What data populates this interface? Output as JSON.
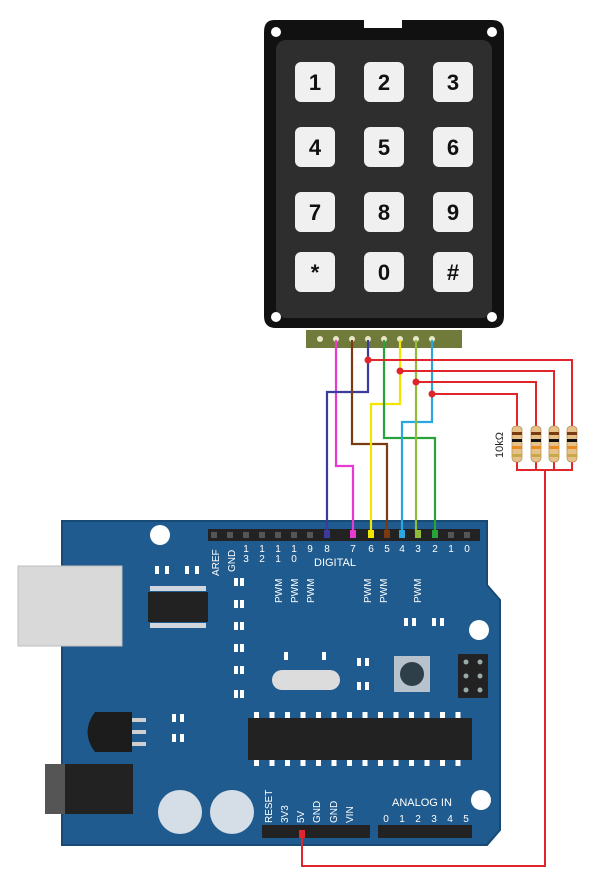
{
  "keypad": {
    "keys": [
      "1",
      "2",
      "3",
      "4",
      "5",
      "6",
      "7",
      "8",
      "9",
      "*",
      "0",
      "#"
    ]
  },
  "resistor": {
    "label": "10kΩ"
  },
  "board": {
    "digital_label": "DIGITAL",
    "aref": "AREF",
    "gnd": "GND",
    "pin_numbers": [
      "1\n3",
      "1\n2",
      "1\n1",
      "1\n0",
      "9",
      "8",
      "7",
      "6",
      "5",
      "4",
      "3",
      "2",
      "1",
      "0"
    ],
    "pwm": "PWM",
    "analog_label": "ANALOG IN",
    "analog_pins": [
      "0",
      "1",
      "2",
      "3",
      "4",
      "5"
    ],
    "power_pins": [
      "RESET",
      "3V3",
      "5V",
      "GND",
      "GND",
      "VIN"
    ]
  },
  "colors": {
    "board": "#1f5b8e",
    "board_edge": "#174a74",
    "keypad_body": "#111111",
    "keypad_inner": "#2e2e2e",
    "key_face": "#f0f0f0",
    "header": "#6f7a3b",
    "wire_magenta": "#e83ad0",
    "wire_navy": "#3b3b9e",
    "wire_brown": "#7a3a12",
    "wire_yellow": "#f2e600",
    "wire_green": "#27a33a",
    "wire_cyan": "#2aa6e0",
    "wire_olive": "#8fbc3a",
    "wire_red": "#e0262a",
    "node_red": "#e0262a"
  }
}
